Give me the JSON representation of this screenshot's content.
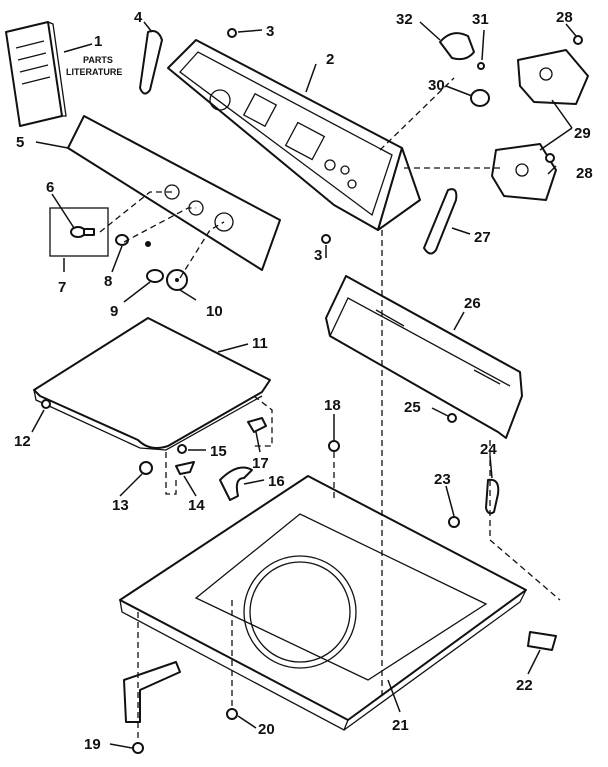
{
  "callouts": [
    {
      "id": "c1",
      "text": "1"
    },
    {
      "id": "c2",
      "text": "2"
    },
    {
      "id": "c3a",
      "text": "3"
    },
    {
      "id": "c3b",
      "text": "3"
    },
    {
      "id": "c4",
      "text": "4"
    },
    {
      "id": "c5",
      "text": "5"
    },
    {
      "id": "c6",
      "text": "6"
    },
    {
      "id": "c7",
      "text": "7"
    },
    {
      "id": "c8",
      "text": "8"
    },
    {
      "id": "c9",
      "text": "9"
    },
    {
      "id": "c10",
      "text": "10"
    },
    {
      "id": "c11",
      "text": "11"
    },
    {
      "id": "c12",
      "text": "12"
    },
    {
      "id": "c13",
      "text": "13"
    },
    {
      "id": "c14",
      "text": "14"
    },
    {
      "id": "c15",
      "text": "15"
    },
    {
      "id": "c16",
      "text": "16"
    },
    {
      "id": "c17",
      "text": "17"
    },
    {
      "id": "c18",
      "text": "18"
    },
    {
      "id": "c19",
      "text": "19"
    },
    {
      "id": "c20",
      "text": "20"
    },
    {
      "id": "c21",
      "text": "21"
    },
    {
      "id": "c22",
      "text": "22"
    },
    {
      "id": "c23",
      "text": "23"
    },
    {
      "id": "c24",
      "text": "24"
    },
    {
      "id": "c25",
      "text": "25"
    },
    {
      "id": "c26",
      "text": "26"
    },
    {
      "id": "c27",
      "text": "27"
    },
    {
      "id": "c28a",
      "text": "28"
    },
    {
      "id": "c28b",
      "text": "28"
    },
    {
      "id": "c29",
      "text": "29"
    },
    {
      "id": "c30",
      "text": "30"
    },
    {
      "id": "c31",
      "text": "31"
    },
    {
      "id": "c32",
      "text": "32"
    }
  ],
  "labels": {
    "parts_literature_line1": "PARTS",
    "parts_literature_line2": "LITERATURE"
  }
}
